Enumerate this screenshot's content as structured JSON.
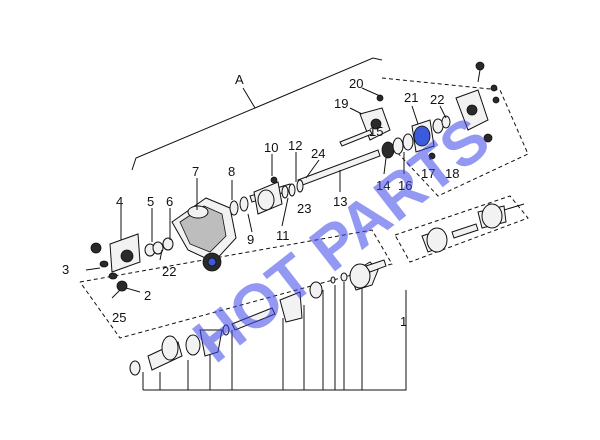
{
  "diagram": {
    "group_label": "A",
    "callouts": {
      "c1": "1",
      "c2": "2",
      "c3": "3",
      "c4": "4",
      "c5": "5",
      "c6": "6",
      "c7": "7",
      "c8": "8",
      "c9": "9",
      "c10": "10",
      "c11": "11",
      "c12": "12",
      "c13": "13",
      "c14": "14",
      "c15": "15",
      "c16": "16",
      "c17": "17",
      "c18": "18",
      "c19": "19",
      "c20": "20",
      "c21": "21",
      "c22a": "22",
      "c22b": "22",
      "c23": "23",
      "c24": "24",
      "c25": "25"
    },
    "watermark": "HOT PARTS"
  },
  "colors": {
    "ink": "#111111",
    "watermark": "#3b46e8",
    "highlight": "#3b5bdb"
  }
}
